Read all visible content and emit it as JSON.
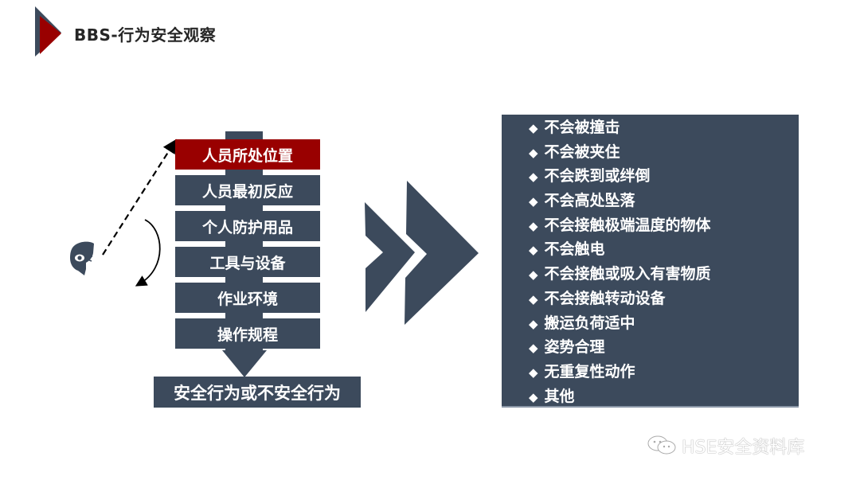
{
  "header": {
    "title": "BBS-行为安全观察",
    "logo_colors": {
      "dark": "#3c4a5c",
      "red": "#990000"
    }
  },
  "observer": {
    "icon": "observer-eye-head-icon",
    "gaze_arrow": "dashed-arrow",
    "scan_arrow": "curved-arrow"
  },
  "flow": {
    "steps": [
      {
        "label": "人员所处位置",
        "highlighted": true
      },
      {
        "label": "人员最初反应",
        "highlighted": false
      },
      {
        "label": "个人防护用品",
        "highlighted": false
      },
      {
        "label": "工具与设备",
        "highlighted": false
      },
      {
        "label": "作业环境",
        "highlighted": false
      },
      {
        "label": "操作规程",
        "highlighted": false
      }
    ],
    "result": "安全行为或不安全行为"
  },
  "checklist": {
    "bullet": "◆",
    "items": [
      "不会被撞击",
      "不会被夹住",
      "不会跌到或绊倒",
      "不会高处坠落",
      "不会接触极端温度的物体",
      "不会触电",
      "不会接触或吸入有害物质",
      "不会接触转动设备",
      "搬运负荷适中",
      "姿势合理",
      "无重复性动作",
      "其他"
    ]
  },
  "colors": {
    "primary": "#3c4a5c",
    "accent": "#990000",
    "text": "#262626"
  },
  "watermark": {
    "icon": "wechat-icon",
    "text": "HSE安全资料库"
  }
}
